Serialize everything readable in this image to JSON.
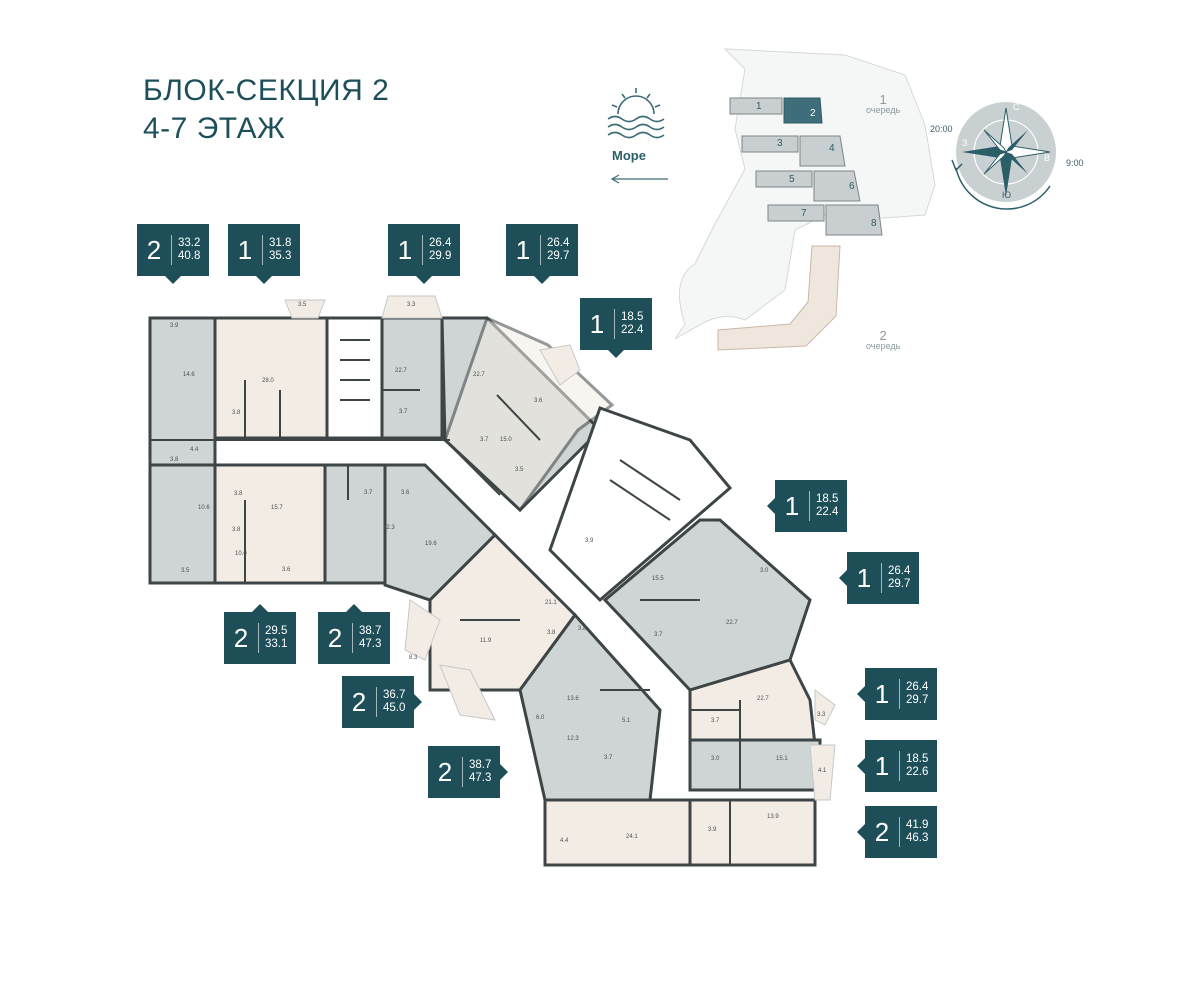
{
  "title": {
    "line1": "БЛОК-СЕКЦИЯ 2",
    "line2": "4-7 ЭТАЖ"
  },
  "sea": {
    "label": "Море"
  },
  "site_plan": {
    "sections": [
      "1",
      "2",
      "3",
      "4",
      "5",
      "6",
      "7",
      "8"
    ],
    "queue1": {
      "number": "1",
      "label": "очередь"
    },
    "queue2": {
      "number": "2",
      "label": "очередь"
    }
  },
  "compass": {
    "north": "С",
    "east": "В",
    "south": "Ю",
    "west": "З",
    "time_west": "20:00",
    "time_east": "9:00"
  },
  "apartments": [
    {
      "rooms": "2",
      "area_living": "33.2",
      "area_total": "40.8"
    },
    {
      "rooms": "1",
      "area_living": "31.8",
      "area_total": "35.3"
    },
    {
      "rooms": "1",
      "area_living": "26.4",
      "area_total": "29.9"
    },
    {
      "rooms": "1",
      "area_living": "26.4",
      "area_total": "29.7"
    },
    {
      "rooms": "1",
      "area_living": "18.5",
      "area_total": "22.4"
    },
    {
      "rooms": "1",
      "area_living": "18.5",
      "area_total": "22.4"
    },
    {
      "rooms": "1",
      "area_living": "26.4",
      "area_total": "29.7"
    },
    {
      "rooms": "1",
      "area_living": "26.4",
      "area_total": "29.7"
    },
    {
      "rooms": "1",
      "area_living": "18.5",
      "area_total": "22.6"
    },
    {
      "rooms": "2",
      "area_living": "41.9",
      "area_total": "46.3"
    },
    {
      "rooms": "2",
      "area_living": "29.5",
      "area_total": "33.1"
    },
    {
      "rooms": "2",
      "area_living": "38.7",
      "area_total": "47.3"
    },
    {
      "rooms": "2",
      "area_living": "36.7",
      "area_total": "45.0"
    },
    {
      "rooms": "2",
      "area_living": "38.7",
      "area_total": "47.3"
    }
  ],
  "room_labels": [
    "3.9",
    "14.6",
    "3.8",
    "4.4",
    "10.6",
    "3.5",
    "3.5",
    "28.0",
    "3.8",
    "3.3",
    "22.7",
    "3.7",
    "22.7",
    "3.7",
    "3.5",
    "3.6",
    "15.0",
    "3.8",
    "3.8",
    "15.7",
    "10.0",
    "3.6",
    "3.7",
    "3.6",
    "12.3",
    "19.6",
    "3.8",
    "21.1",
    "11.9",
    "3.8",
    "8.3",
    "13.6",
    "5.1",
    "12.3",
    "3.7",
    "6.0",
    "3.9",
    "15.5",
    "3.7",
    "22.7",
    "3.0",
    "22.7",
    "3.3",
    "3.7",
    "3.0",
    "15.1",
    "4.1",
    "24.1",
    "3.9",
    "13.9",
    "4.4"
  ],
  "colors": {
    "accent": "#1e4f59",
    "unit_gray": "#cfd4d4",
    "unit_beige": "#f3ece4",
    "wall": "#3e4547"
  }
}
